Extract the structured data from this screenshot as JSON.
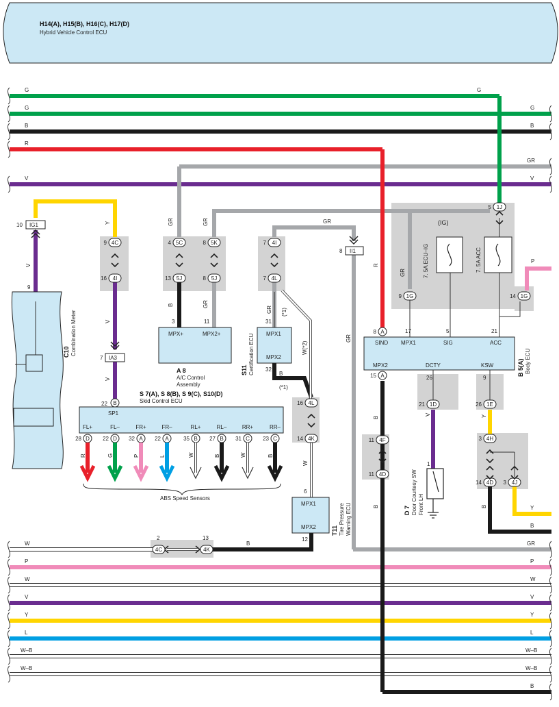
{
  "colors": {
    "G": "#00a14b",
    "B": "#1a1a1a",
    "R": "#e8202a",
    "GR": "#a5a7aa",
    "V": "#6a2c8f",
    "Y": "#ffd500",
    "P": "#f08bb9",
    "L": "#009fe3",
    "W": "#ffffff",
    "box": "#cce8f5",
    "gray": "#d3d3d3"
  },
  "top_header": {
    "line1": "H14(A), H15(B), H16(C), H17(D)",
    "line2": "Hybrid Vehicle Control ECU"
  },
  "wire_labels": {
    "G": "G",
    "B": "B",
    "R": "R",
    "GR": "GR",
    "V": "V",
    "Y": "Y",
    "P": "P",
    "W": "W",
    "L": "L",
    "WB": "W–B"
  },
  "combination_meter": {
    "code": "C10",
    "name": "Combination Meter",
    "pin": "9"
  },
  "connectors": {
    "IG1": "IG1",
    "IA3": "IA3",
    "II1": "II1"
  },
  "conn_labels": {
    "c4C": "4C",
    "c4I": "4I",
    "c5C": "5C",
    "c5K": "5K",
    "c5J": "5J",
    "c4L": "4L",
    "c4K": "4K",
    "c1G": "1G",
    "c1J": "1J",
    "c1D": "1D",
    "c1E": "1E",
    "c4F": "4F",
    "c4D": "4D",
    "c4H": "4H",
    "c4J": "4J",
    "A": "A",
    "B": "B",
    "C": "C",
    "D": "D"
  },
  "pins": {
    "p10": "10",
    "p9": "9",
    "p16": "16",
    "p7": "7",
    "p22": "22",
    "p4": "4",
    "p8": "8",
    "p13": "13",
    "p3": "3",
    "p11": "11",
    "p31": "31",
    "p32": "32",
    "p14": "14",
    "p6": "6",
    "p12": "12",
    "p2": "2",
    "p5": "5",
    "p17": "17",
    "p21": "21",
    "p15": "15",
    "p26": "26",
    "p1": "1",
    "p28": "28",
    "p27": "27",
    "p23": "23",
    "p35": "35"
  },
  "ac_control": {
    "code": "A 8",
    "name1": "A/C Control",
    "name2": "Assembly",
    "pin_left": "MPX+",
    "pin_right": "MPX2+"
  },
  "certification_ecu": {
    "code": "S11",
    "name": "Certification ECU",
    "pin_top": "MPX1",
    "pin_bottom": "MPX2"
  },
  "skid_control": {
    "codes": "S 7(A), S 8(B), S 9(C), S10(D)",
    "name": "Skid Control ECU",
    "sp1": "SP1",
    "terminals": [
      "FL+",
      "FL–",
      "FR+",
      "FR–",
      "RL+",
      "RL–",
      "RR+",
      "RR–"
    ]
  },
  "abs_label": "ABS Speed Sensors",
  "tire_ecu": {
    "code": "T11",
    "name1": "Tire Pressure",
    "name2": "Warning ECU",
    "pin_top": "MPX1",
    "pin_bottom": "MPX2"
  },
  "body_ecu": {
    "code": "B 5(A)",
    "name": "Body ECU",
    "top_pins": [
      "SIND",
      "MPX1",
      "SIG",
      "ACC"
    ],
    "bottom_pins": [
      "MPX2",
      "DCTY",
      "KSW"
    ]
  },
  "fuses": {
    "ig": "7. 5A ECU–IG",
    "acc": "7. 5A ACC",
    "ig_label": "(IG)"
  },
  "door_sw": {
    "code": "D 7",
    "name1": "Door Courtesy SW",
    "name2": "Front LH"
  },
  "notes": {
    "n1": "(*1)",
    "n2": "W(*2)"
  }
}
